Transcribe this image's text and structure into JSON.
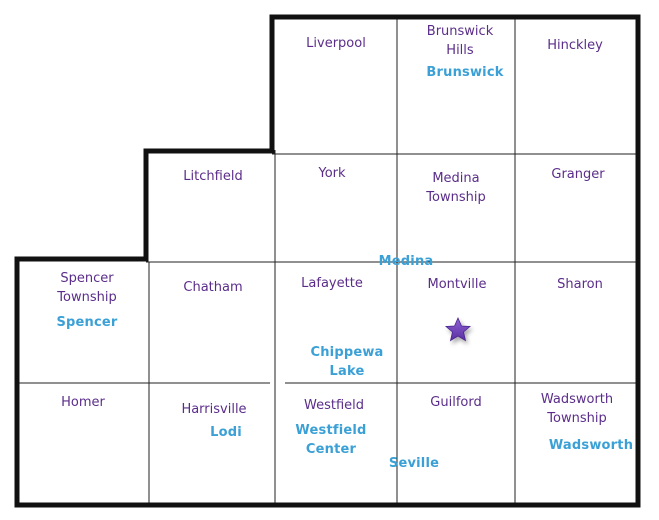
{
  "map": {
    "townships": [
      {
        "id": "liverpool",
        "lines": [
          "Liverpool"
        ]
      },
      {
        "id": "brunswick-hills",
        "lines": [
          "Brunswick",
          "Hills"
        ]
      },
      {
        "id": "hinckley",
        "lines": [
          "Hinckley"
        ]
      },
      {
        "id": "litchfield",
        "lines": [
          "Litchfield"
        ]
      },
      {
        "id": "york",
        "lines": [
          "York"
        ]
      },
      {
        "id": "medina-township",
        "lines": [
          "Medina",
          "Township"
        ]
      },
      {
        "id": "granger",
        "lines": [
          "Granger"
        ]
      },
      {
        "id": "spencer-township",
        "lines": [
          "Spencer",
          "Township"
        ]
      },
      {
        "id": "chatham",
        "lines": [
          "Chatham"
        ]
      },
      {
        "id": "lafayette",
        "lines": [
          "Lafayette"
        ]
      },
      {
        "id": "montville",
        "lines": [
          "Montville"
        ]
      },
      {
        "id": "sharon",
        "lines": [
          "Sharon"
        ]
      },
      {
        "id": "homer",
        "lines": [
          "Homer"
        ]
      },
      {
        "id": "harrisville",
        "lines": [
          "Harrisville"
        ]
      },
      {
        "id": "westfield",
        "lines": [
          "Westfield"
        ]
      },
      {
        "id": "guilford",
        "lines": [
          "Guilford"
        ]
      },
      {
        "id": "wadsworth-township",
        "lines": [
          "Wadsworth",
          "Township"
        ]
      }
    ],
    "cities": [
      {
        "id": "brunswick",
        "lines": [
          "Brunswick"
        ]
      },
      {
        "id": "medina",
        "lines": [
          "Medina"
        ]
      },
      {
        "id": "spencer",
        "lines": [
          "Spencer"
        ]
      },
      {
        "id": "chippewa-lake",
        "lines": [
          "Chippewa",
          "Lake"
        ]
      },
      {
        "id": "lodi",
        "lines": [
          "Lodi"
        ]
      },
      {
        "id": "westfield-center",
        "lines": [
          "Westfield",
          "Center"
        ]
      },
      {
        "id": "seville",
        "lines": [
          "Seville"
        ]
      },
      {
        "id": "wadsworth",
        "lines": [
          "Wadsworth"
        ]
      }
    ],
    "marker": {
      "icon": "star-icon",
      "color": "#6a3fb3",
      "location": "montville"
    },
    "colors": {
      "border": "#111111",
      "gridline": "#222222",
      "township_text": "#5b2d8a",
      "city_text": "#3aa0d6"
    }
  }
}
